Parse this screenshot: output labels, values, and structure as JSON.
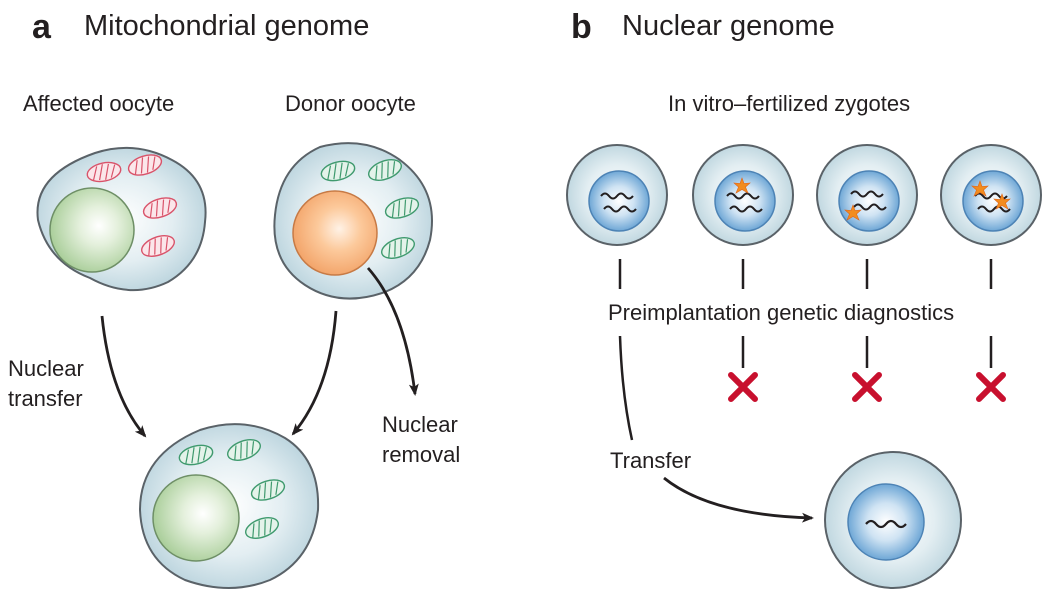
{
  "panel_a": {
    "letter": "a",
    "title": "Mitochondrial genome",
    "affected_label": "Affected oocyte",
    "donor_label": "Donor oocyte",
    "nuclear_transfer_line1": "Nuclear",
    "nuclear_transfer_line2": "transfer",
    "nuclear_removal_line1": "Nuclear",
    "nuclear_removal_line2": "removal"
  },
  "panel_b": {
    "letter": "b",
    "title": "Nuclear genome",
    "zygotes_label": "In vitro–fertilized zygotes",
    "pgd_label": "Preimplantation genetic diagnostics",
    "transfer_label": "Transfer"
  },
  "colors": {
    "cell_fill": "#c9dfe8",
    "cell_stroke": "#5a6268",
    "affected_mito": "#d9536a",
    "healthy_mito": "#3f9a6e",
    "affected_nucleus": "#a9cf9a",
    "donor_nucleus": "#f2a46e",
    "zygote_nucleus": "#5b9bd0",
    "reject_cross": "#c8102e",
    "mutation_star": "#f28c1e"
  }
}
